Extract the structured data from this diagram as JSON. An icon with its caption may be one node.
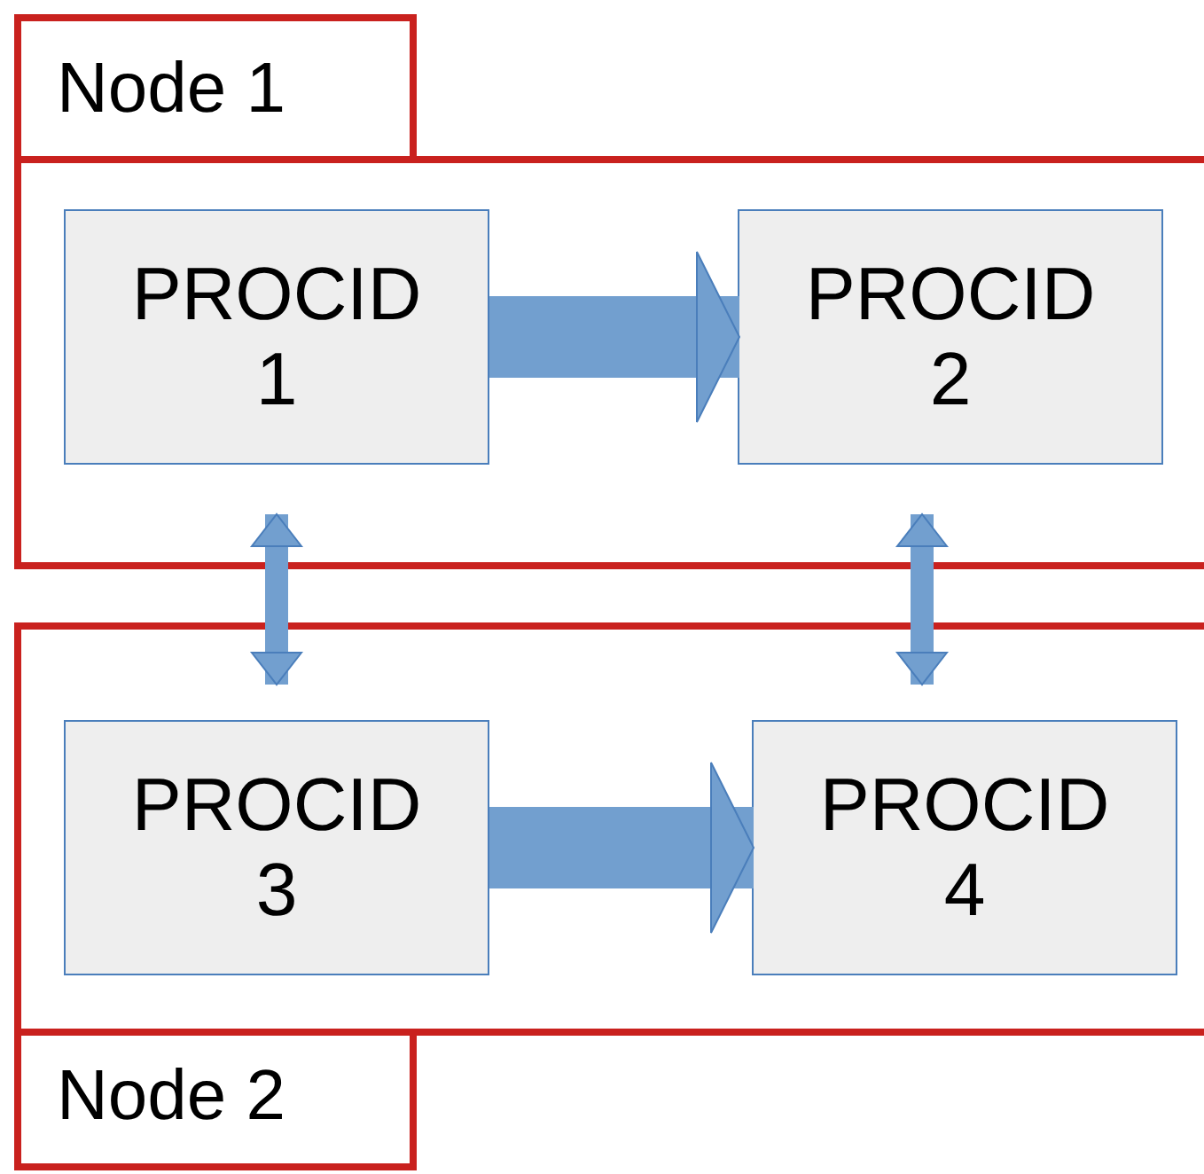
{
  "diagram": {
    "nodes": [
      {
        "text": [
          "Node 1"
        ]
      },
      {
        "text": [
          "PROCID 1"
        ],
        "in": 0
      },
      {
        "text": [
          "PROCID 2"
        ],
        "in": 0
      },
      {
        "text": [
          "Node 2"
        ]
      },
      {
        "text": [
          "PROCID 3"
        ],
        "in": 3
      },
      {
        "text": [
          "PROCID 4"
        ],
        "in": 3
      }
    ],
    "edges": [
      {
        "from": 1,
        "to": 2,
        "arrow": "to",
        "style": "thick"
      },
      {
        "from": 1,
        "to": 4,
        "arrow": "both"
      },
      {
        "from": 2,
        "to": 5,
        "arrow": "both"
      },
      {
        "from": 4,
        "to": 5,
        "arrow": "to",
        "style": "thick"
      }
    ]
  }
}
